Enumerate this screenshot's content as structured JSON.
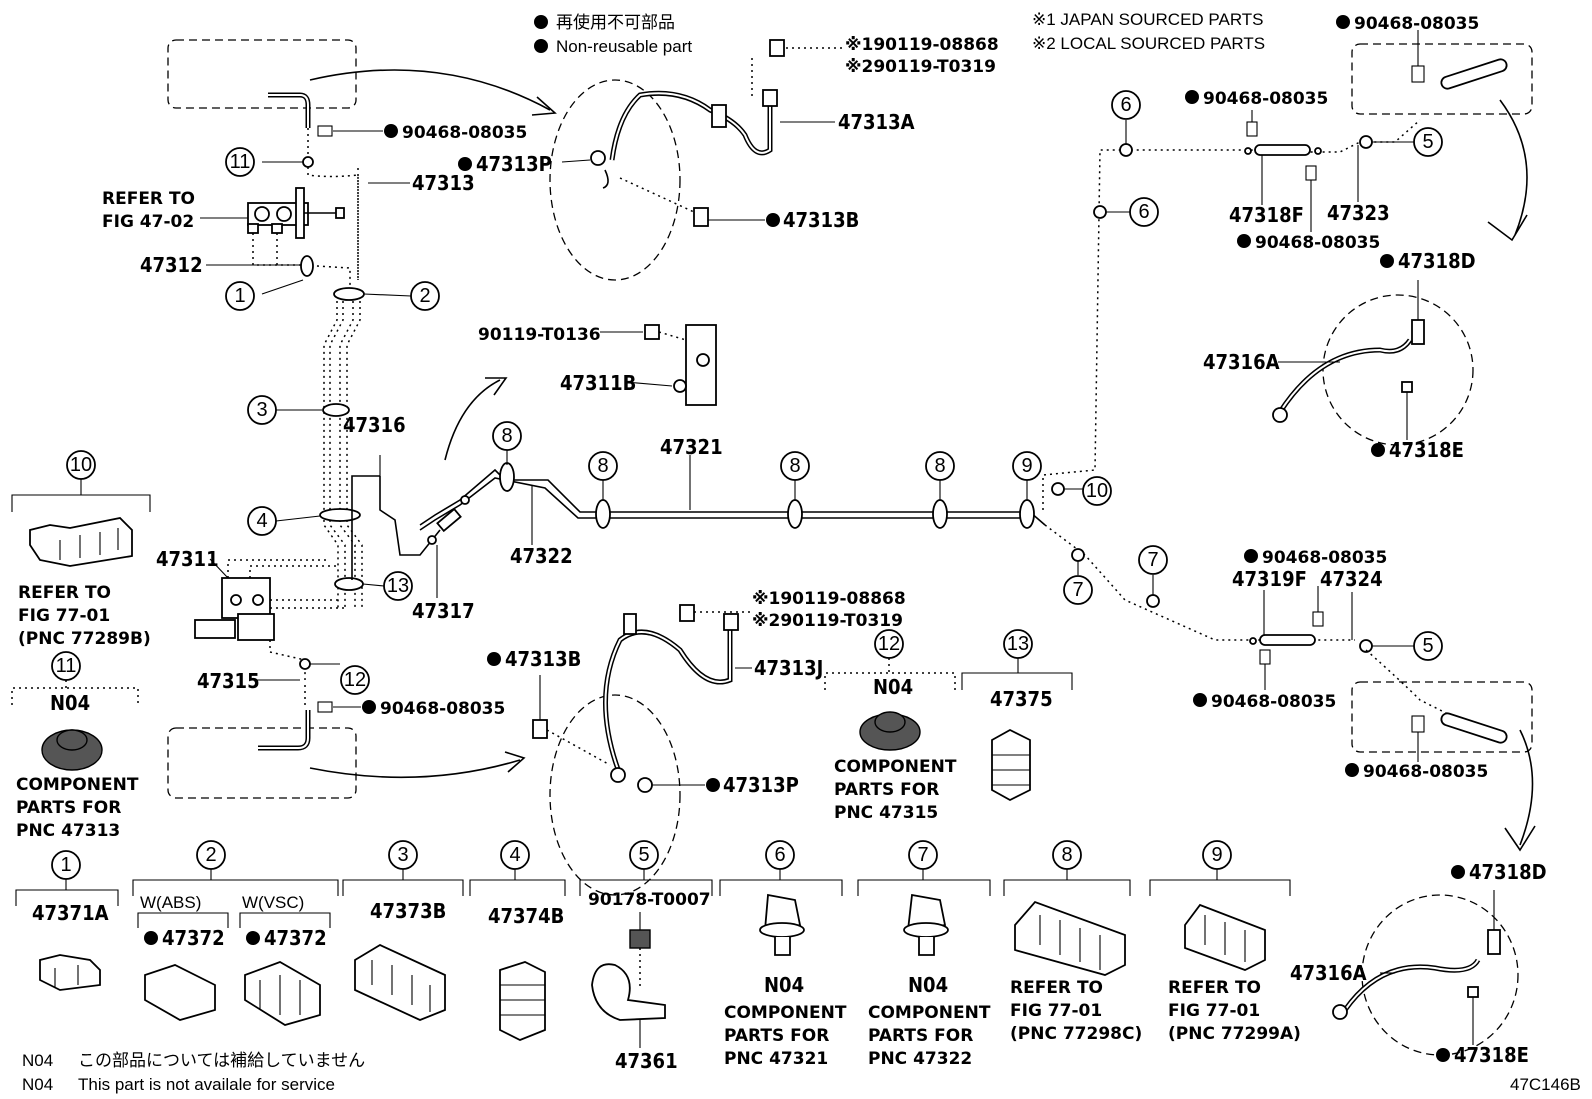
{
  "legend": {
    "non_reusable_jp": "再使用不可部品",
    "non_reusable_en": "Non-reusable part",
    "japan_sourced": "※1 JAPAN SOURCED PARTS",
    "local_sourced": "※2 LOCAL SOURCED PARTS"
  },
  "footer": {
    "code": "N04",
    "note_jp": "この部品については補給していません",
    "note_en": "This part is not availale for service",
    "figure_id": "47C146B"
  },
  "part_numbers": {
    "p47313": "47313",
    "p47313A": "47313A",
    "p47313P_top": "47313P",
    "p47313B_top": "47313B",
    "p47313J": "47313J",
    "p47313B_bot": "47313B",
    "p47313P_bot": "47313P",
    "p47312": "47312",
    "p47316": "47316",
    "p47311": "47311",
    "p47311B": "47311B",
    "p47315": "47315",
    "p47317": "47317",
    "p47321": "47321",
    "p47322": "47322",
    "p47318F": "47318F",
    "p47323": "47323",
    "p47319F": "47319F",
    "p47324": "47324",
    "p47316A_top": "47316A",
    "p47316A_bot": "47316A",
    "p47318D_top": "47318D",
    "p47318E_top": "47318E",
    "p47318D_bot": "47318D",
    "p47318E_bot": "47318E",
    "c90468_a": "90468-08035",
    "c90468_b": "90468-08035",
    "c90468_c": "90468-08035",
    "c90468_d": "90468-08035",
    "c90468_e": "90468-08035",
    "c90468_f": "90468-08035",
    "c90468_g": "90468-08035",
    "c90468_h": "90468-08035",
    "c90119_T0136": "90119-T0136",
    "c1_top": "※190119-08868",
    "c2_top": "※290119-T0319",
    "c1_bot": "※190119-08868",
    "c2_bot": "※290119-T0319"
  },
  "refer_master_cyl": {
    "line1": "REFER TO",
    "line2": "FIG 47-02"
  },
  "callouts": [
    "1",
    "2",
    "3",
    "4",
    "5",
    "6",
    "7",
    "8",
    "9",
    "10",
    "11",
    "12",
    "13"
  ],
  "detail_10": {
    "ref1": "REFER TO",
    "ref2": "FIG 77-01",
    "ref3": "(PNC 77289B)"
  },
  "detail_11": {
    "code": "N04",
    "line1": "COMPONENT",
    "line2": "PARTS FOR",
    "line3": "PNC 47313"
  },
  "detail_12": {
    "code": "N04",
    "line1": "COMPONENT",
    "line2": "PARTS FOR",
    "line3": "PNC 47315"
  },
  "detail_13": {
    "part": "47375"
  },
  "detail_1": {
    "part": "47371A"
  },
  "detail_2": {
    "abs": "W(ABS)",
    "vsc": "W(VSC)",
    "part_abs": "47372",
    "part_vsc": "47372"
  },
  "detail_3": {
    "part": "47373B"
  },
  "detail_4": {
    "part": "47374B"
  },
  "detail_5": {
    "bolt": "90178-T0007",
    "part": "47361"
  },
  "detail_6": {
    "code": "N04",
    "line1": "COMPONENT",
    "line2": "PARTS FOR",
    "line3": "PNC 47321"
  },
  "detail_7": {
    "code": "N04",
    "line1": "COMPONENT",
    "line2": "PARTS FOR",
    "line3": "PNC 47322"
  },
  "detail_8": {
    "ref1": "REFER TO",
    "ref2": "FIG 77-01",
    "ref3": "(PNC 77298C)"
  },
  "detail_9": {
    "ref1": "REFER TO",
    "ref2": "FIG 77-01",
    "ref3": "(PNC 77299A)"
  }
}
